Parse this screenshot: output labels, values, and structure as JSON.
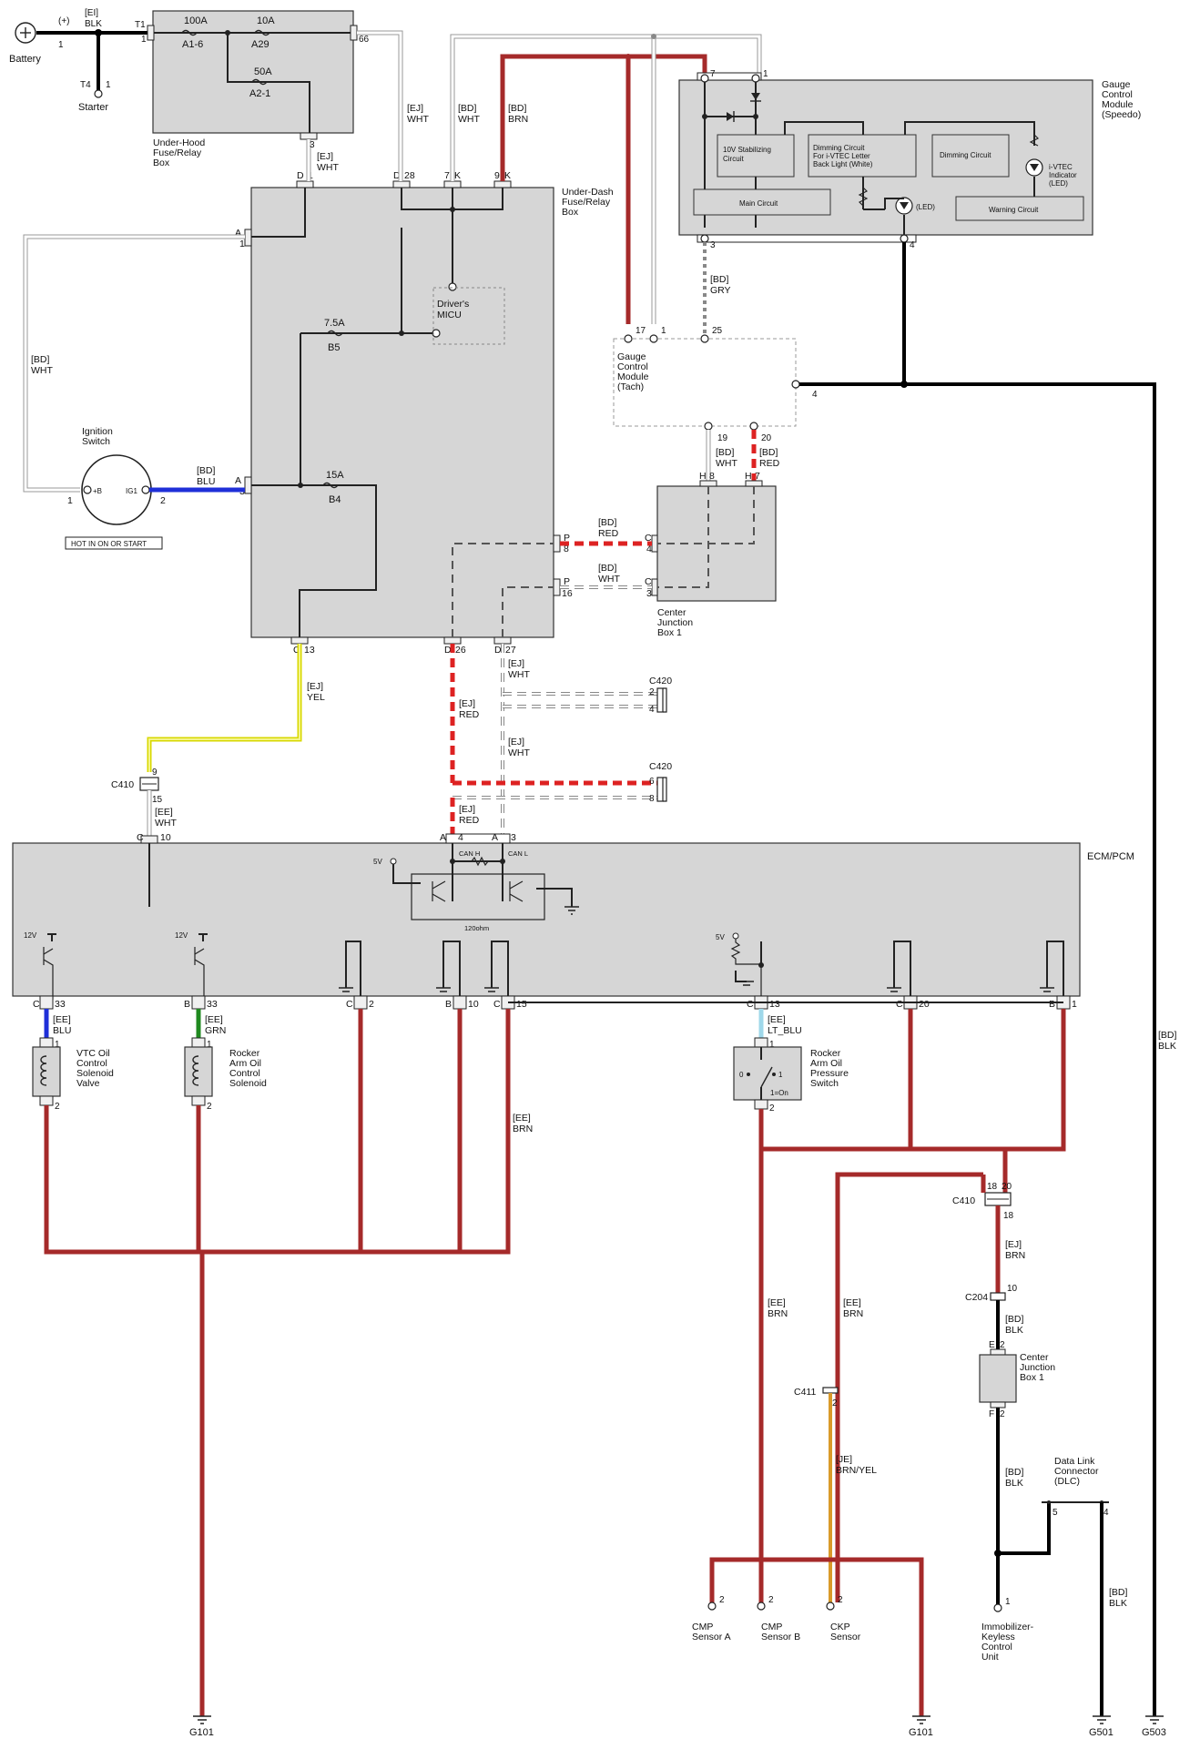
{
  "power": {
    "battery": {
      "label": "Battery",
      "polarity": "(+)",
      "pin": "1",
      "wire_harness": "[EI]",
      "wire_color": "BLK"
    },
    "starter": {
      "label": "Starter",
      "terminal": "T4",
      "pin": "1"
    }
  },
  "under_hood_box": {
    "title": [
      "Under-Hood",
      "Fuse/Relay",
      "Box"
    ],
    "terminal_in": "T1",
    "terminal_in_pin": "1",
    "fuses": [
      {
        "rating": "100A",
        "name": "A1-6"
      },
      {
        "rating": "10A",
        "name": "A29"
      },
      {
        "rating": "50A",
        "name": "A2-1"
      }
    ],
    "out_pin_66": "66",
    "out_pin_3": "3"
  },
  "under_dash_box": {
    "title": [
      "Under-Dash",
      "Fuse/Relay",
      "Box"
    ],
    "fuses": [
      {
        "rating": "7.5A",
        "name": "B5"
      },
      {
        "rating": "15A",
        "name": "B4"
      }
    ],
    "micu": [
      "Driver's",
      "MICU"
    ],
    "pins": {
      "d1": [
        "D",
        "1"
      ],
      "d28": [
        "D",
        "28"
      ],
      "k7": [
        "7",
        "K"
      ],
      "k9": [
        "9",
        "K"
      ],
      "a1": [
        "A",
        "1"
      ],
      "a3": [
        "A",
        "3"
      ],
      "p8": [
        "P",
        "8"
      ],
      "p16": [
        "P",
        "16"
      ],
      "c13": [
        "C",
        "13"
      ],
      "d26": [
        "D",
        "26"
      ],
      "d27": [
        "D",
        "27"
      ]
    }
  },
  "gauge_speedo": {
    "title": [
      "Gauge",
      "Control",
      "Module",
      "(Speedo)"
    ],
    "blocks": {
      "stab": [
        "10V Stabilizing",
        "Circuit"
      ],
      "dim_ivtec": [
        "Dimming Circuit",
        "For i-VTEC Letter",
        "Back Light (White)"
      ],
      "dim": "Dimming Circuit",
      "main": "Main Circuit",
      "warn": "Warning Circuit",
      "led": "(LED)",
      "ivtec": [
        "i-VTEC",
        "Indicator",
        "(LED)"
      ]
    },
    "pins": {
      "p7": "7",
      "p1": "1",
      "p3": "3",
      "p4": "4"
    }
  },
  "gauge_tach": {
    "title": [
      "Gauge",
      "Control",
      "Module",
      "(Tach)"
    ],
    "pins": {
      "p17": "17",
      "p1": "1",
      "p25": "25",
      "p4": "4",
      "p19": "19",
      "p20": "20"
    }
  },
  "center_jb_top": {
    "title": [
      "Center",
      "Junction",
      "Box 1"
    ],
    "pins": {
      "h8": [
        "H",
        "8"
      ],
      "h7": [
        "H",
        "7"
      ],
      "c4": [
        "C",
        "4"
      ],
      "c3": [
        "C",
        "3"
      ]
    }
  },
  "ignition": {
    "title": [
      "Ignition",
      "Switch"
    ],
    "pin_b": "+B",
    "pin_ig": "IG1",
    "pin1": "1",
    "pin2": "2",
    "note": "HOT IN ON OR START"
  },
  "wire_labels": {
    "ej_wht_a": [
      "[EJ]",
      "WHT"
    ],
    "bd_wht_a": [
      "[BD]",
      "WHT"
    ],
    "bd_brn": [
      "[BD]",
      "BRN"
    ],
    "ej_wht_b": [
      "[EJ]",
      "WHT"
    ],
    "bd_gry": [
      "[BD]",
      "GRY"
    ],
    "bd_wht_left": [
      "[BD]",
      "WHT"
    ],
    "bd_blu": [
      "[BD]",
      "BLU"
    ],
    "bd_wht_tach": [
      "[BD]",
      "WHT"
    ],
    "bd_red_tach": [
      "[BD]",
      "RED"
    ],
    "bd_red_p8": [
      "[BD]",
      "RED"
    ],
    "bd_wht_p16": [
      "[BD]",
      "WHT"
    ],
    "ej_yel": [
      "[EJ]",
      "YEL"
    ],
    "ej_wht_27a": [
      "[EJ]",
      "WHT"
    ],
    "ej_red_26": [
      "[EJ]",
      "RED"
    ],
    "ej_wht_27b": [
      "[EJ]",
      "WHT"
    ],
    "ej_red_26b": [
      "[EJ]",
      "RED"
    ],
    "ee_wht": [
      "[EE]",
      "WHT"
    ],
    "bd_blk_right": [
      "[BD]",
      "BLK"
    ],
    "ee_blu": [
      "[EE]",
      "BLU"
    ],
    "ee_grn": [
      "[EE]",
      "GRN"
    ],
    "ee_ltblu": [
      "[EE]",
      "LT_BLU"
    ],
    "ee_brn_left": [
      "[EE]",
      "BRN"
    ],
    "ee_brn_cmp": [
      "[EE]",
      "BRN"
    ],
    "ee_brn_ckp": [
      "[EE]",
      "BRN"
    ],
    "ej_brn": [
      "[EJ]",
      "BRN"
    ],
    "bd_blk_c204": [
      "[BD]",
      "BLK"
    ],
    "bd_blk_jb": [
      "[BD]",
      "BLK"
    ],
    "je_brnyel": [
      "[JE]",
      "BRN/YEL"
    ],
    "bd_blk_dlc": [
      "[BD]",
      "BLK"
    ]
  },
  "connectors": {
    "c420a": "C420",
    "c420a_pins": [
      "2",
      "4"
    ],
    "c420b": "C420",
    "c420b_pins": [
      "6",
      "8"
    ],
    "c410_top": "C410",
    "c410_top_pins": [
      "9",
      "15"
    ],
    "c410_bot": "C410",
    "c410_bot_pins": [
      "18",
      "20",
      "18"
    ],
    "c204": "C204",
    "c204_pins": [
      "10",
      "2"
    ],
    "c411": "C411",
    "c411_pin": "2"
  },
  "ecm": {
    "title": "ECM/PCM",
    "can_h": "CAN H",
    "can_l": "CAN L",
    "res": "120ohm",
    "v5": "5V",
    "v5b": "5V",
    "v12a": "12V",
    "v12b": "12V",
    "top_pins": {
      "c10": [
        "C",
        "10"
      ],
      "a4": [
        "A",
        "4"
      ],
      "a3": [
        "A",
        "3"
      ]
    },
    "bottom_pins": [
      [
        "C",
        "33"
      ],
      [
        "B",
        "33"
      ],
      [
        "C",
        "2"
      ],
      [
        "B",
        "10"
      ],
      [
        "C",
        "15"
      ],
      [
        "C",
        "13"
      ],
      [
        "C",
        "20"
      ],
      [
        "B",
        "1"
      ]
    ]
  },
  "components": {
    "vtc": [
      "VTC Oil",
      "Control",
      "Solenoid",
      "Valve"
    ],
    "rocker_sol": [
      "Rocker",
      "Arm Oil",
      "Control",
      "Solenoid"
    ],
    "rocker_sw": [
      "Rocker",
      "Arm Oil",
      "Pressure",
      "Switch"
    ],
    "sw_states": [
      "0",
      "1",
      "1=On"
    ],
    "cjb_bottom": [
      "Center",
      "Junction",
      "Box 1"
    ],
    "cjb_bottom_pins": [
      "E",
      "2",
      "F",
      "2"
    ],
    "dlc": [
      "Data Link",
      "Connector",
      "(DLC)"
    ],
    "dlc_pins": [
      "5",
      "4"
    ],
    "cmp_a": [
      "CMP",
      "Sensor A"
    ],
    "cmp_b": [
      "CMP",
      "Sensor B"
    ],
    "ckp": [
      "CKP",
      "Sensor"
    ],
    "immob": [
      "Immobilizer-",
      "Keyless",
      "Control",
      "Unit"
    ],
    "pin1": "1",
    "pin2": "2"
  },
  "grounds": [
    "G101",
    "G101",
    "G501",
    "G503"
  ]
}
